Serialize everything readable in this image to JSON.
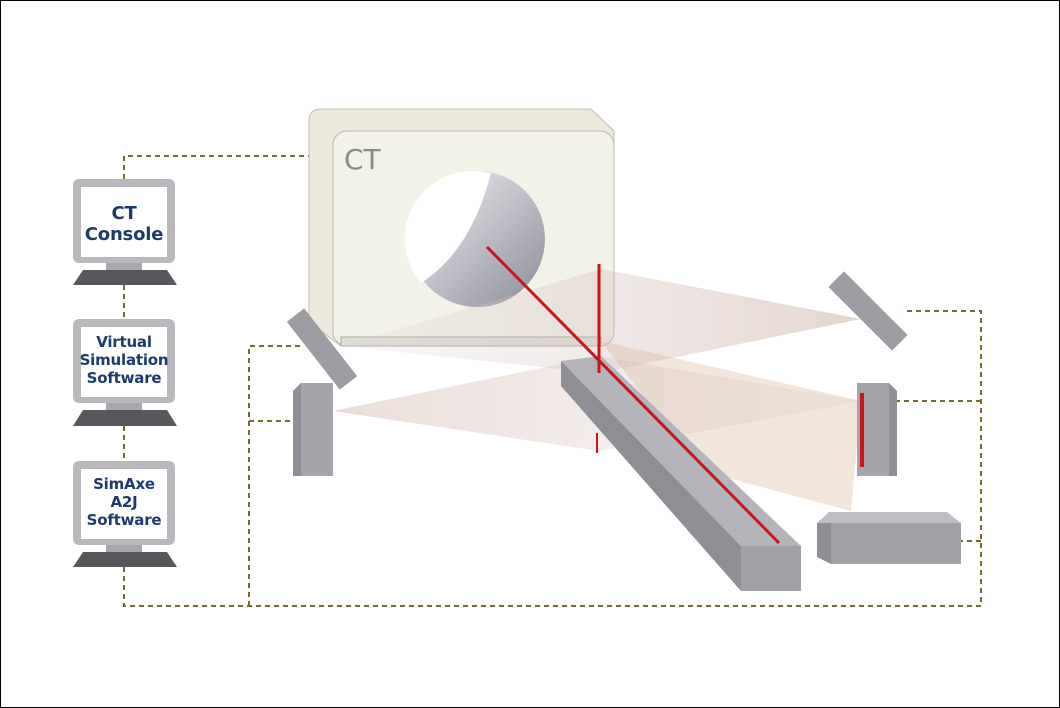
{
  "ct": {
    "label": "CT"
  },
  "consoles": [
    {
      "lines": [
        "CT",
        "Console"
      ]
    },
    {
      "lines": [
        "Virtual",
        "Simulation",
        "Software"
      ]
    },
    {
      "lines": [
        "SimAxe",
        "A2J",
        "Software"
      ]
    }
  ],
  "colors": {
    "connector": "#7a6a2e",
    "laser": "#c8161d",
    "device": "#9c9ca2",
    "ct_body": "#f3f2e8",
    "text": "#1d3a6e"
  }
}
